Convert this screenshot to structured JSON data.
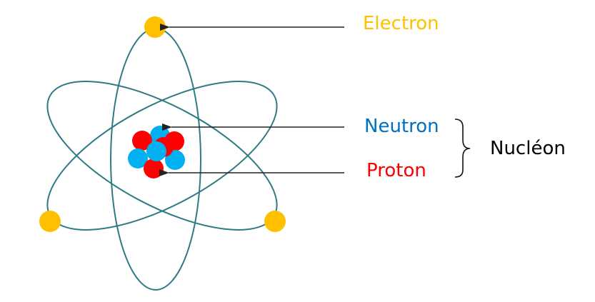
{
  "labels": {
    "electron": "Electron",
    "neutron": "Neutron",
    "proton": "Proton",
    "nucleon": "Nucléon"
  },
  "colors": {
    "electron": "#FFC000",
    "neutron": "#00B0F0",
    "proton": "#FF0000",
    "orbit": "#2E7A85",
    "arrow": "#222222",
    "electron_text": "#FFC000",
    "neutron_text": "#0070C0",
    "proton_text": "#FF0000",
    "nucleon_text": "#000000"
  }
}
